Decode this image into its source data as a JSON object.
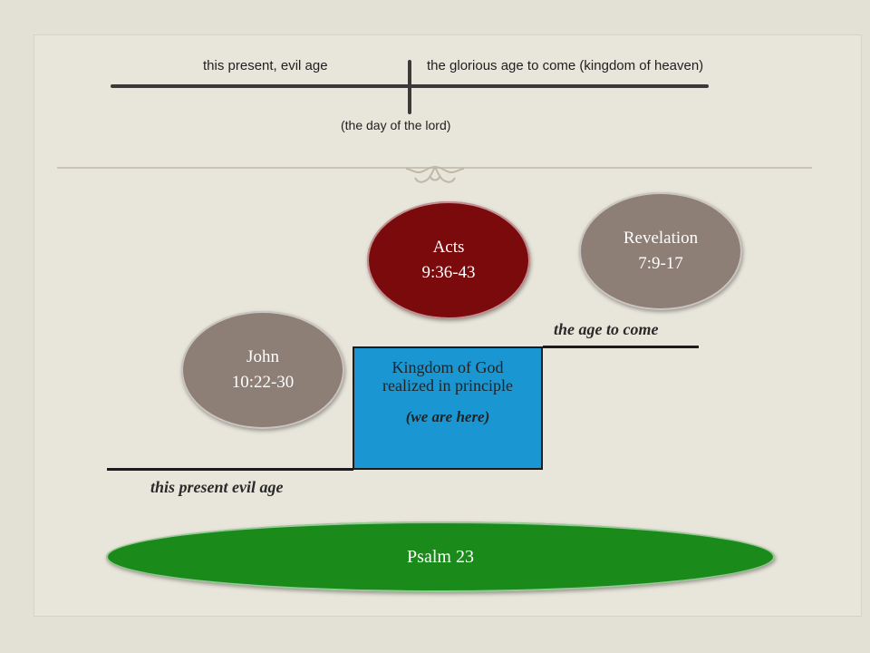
{
  "timeline": {
    "left_label": "this present, evil age",
    "right_label": "the glorious age to come (kingdom of heaven)",
    "marker_label": "(the day of the lord)"
  },
  "bubbles": {
    "john": {
      "line1": "John",
      "line2": "10:22-30",
      "color": "#8d7e76"
    },
    "acts": {
      "line1": "Acts",
      "line2": "9:36-43",
      "color": "#7a0a0c"
    },
    "revelation": {
      "line1": "Revelation",
      "line2": "7:9-17",
      "color": "#8d7e76"
    },
    "psalm": {
      "label": "Psalm 23",
      "color": "#1a8a1a"
    }
  },
  "diagram": {
    "kingdom_title_line1": "Kingdom of God",
    "kingdom_title_line2": "realized in principle",
    "kingdom_note": "(we are here)",
    "present_age_label": "this present evil age",
    "age_to_come_label": "the age to come",
    "kingdom_color": "#1a97d2"
  }
}
